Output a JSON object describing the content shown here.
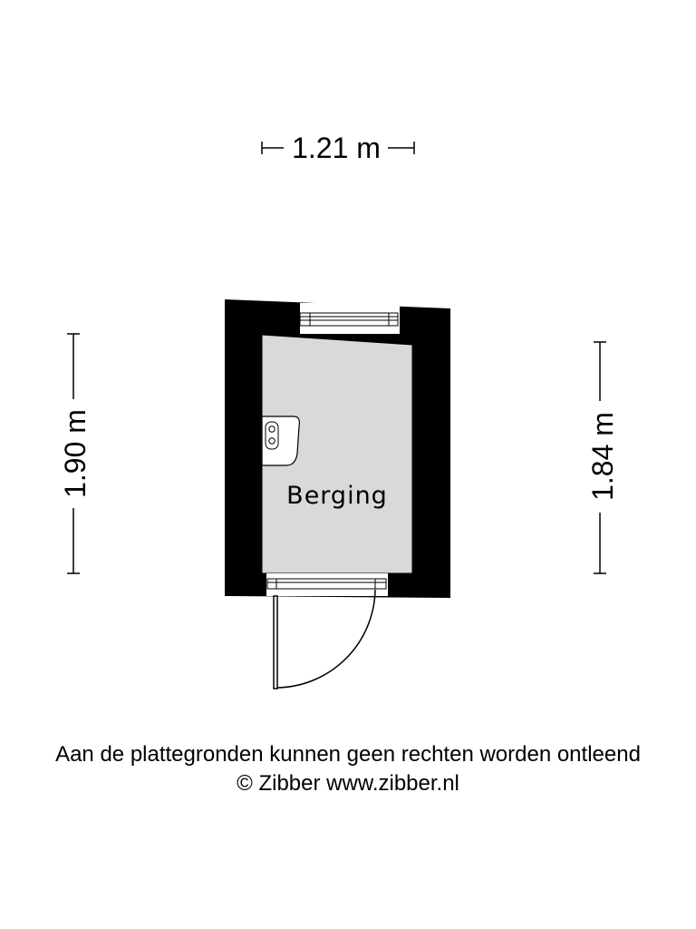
{
  "dimensions": {
    "width_top": "1.21 m",
    "height_left": "1.90 m",
    "height_right": "1.84 m"
  },
  "room": {
    "label": "Berging"
  },
  "footer": {
    "disclaimer": "Aan de plattegronden kunnen geen rechten worden ontleend",
    "copyright": "© Zibber www.zibber.nl"
  },
  "colors": {
    "wall": "#000000",
    "floor": "#d9d9d9",
    "background": "#ffffff"
  },
  "icons": {
    "fixture": "boiler-icon"
  }
}
